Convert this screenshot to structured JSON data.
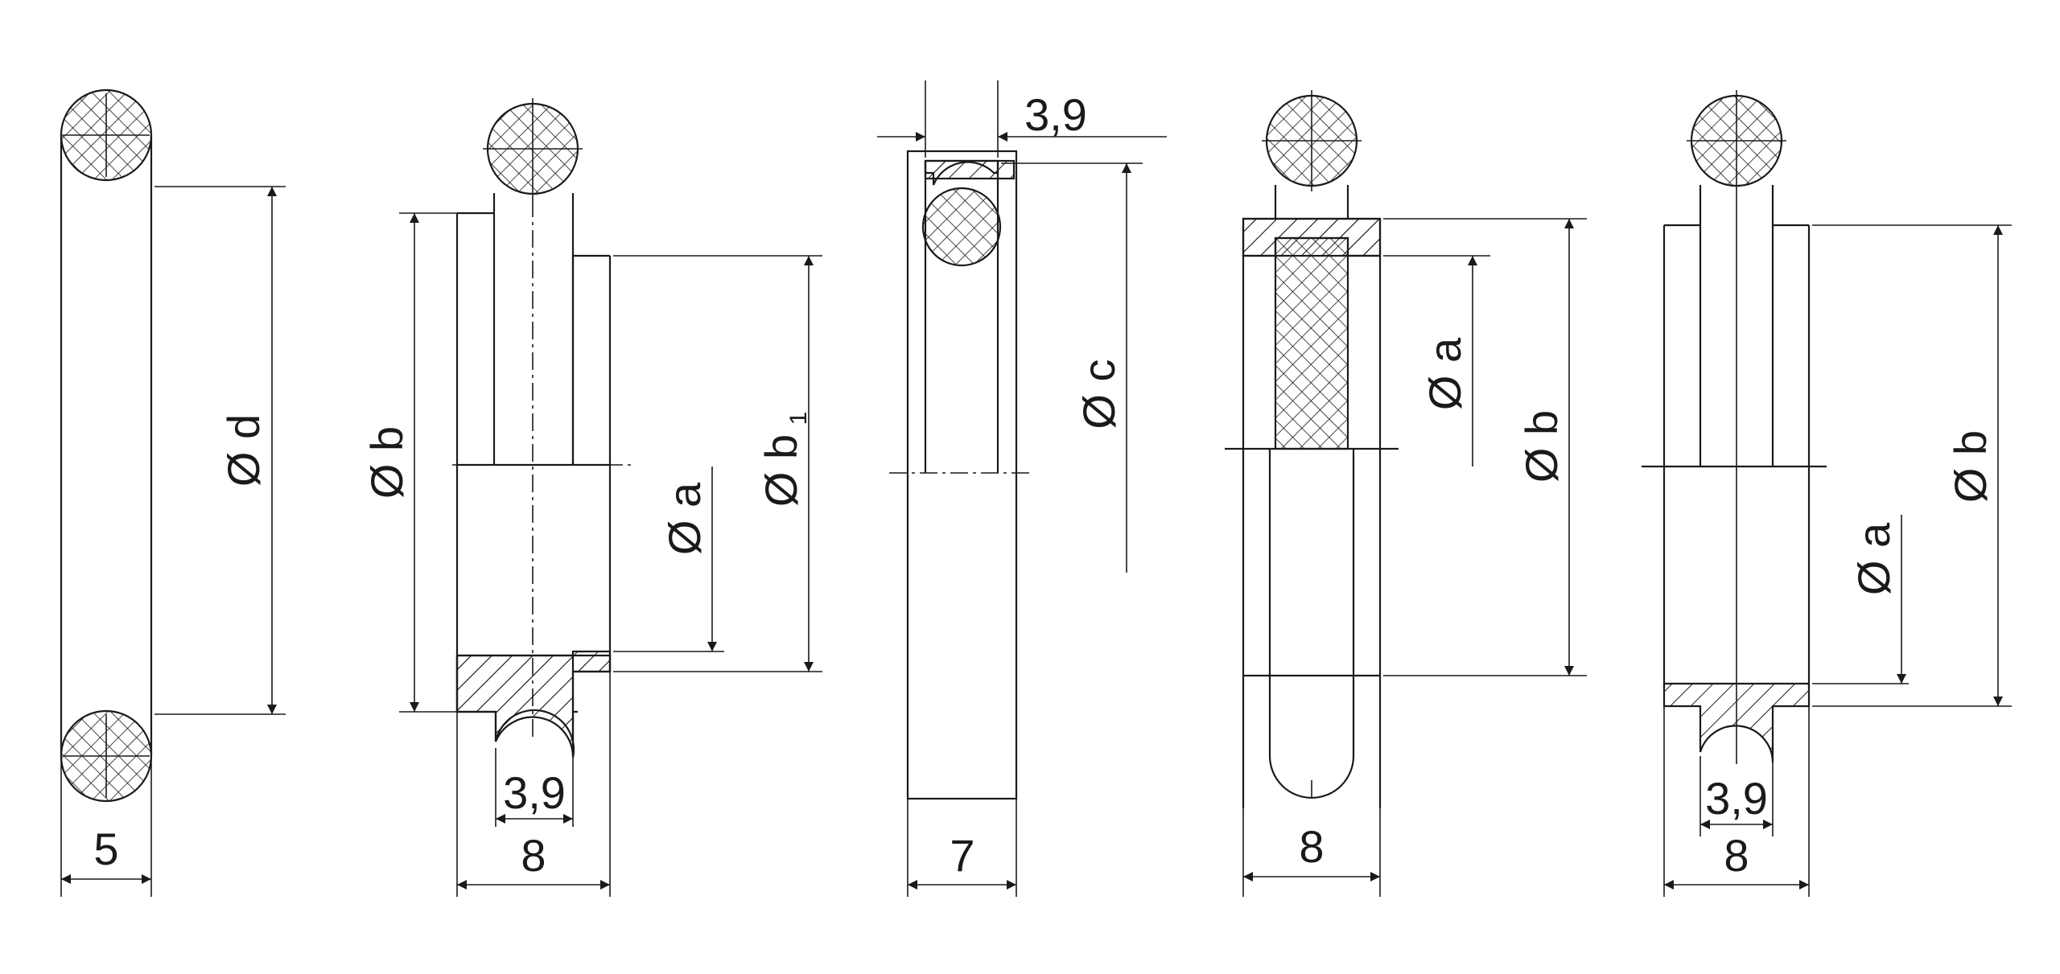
{
  "dimensions": {
    "oring_width": "5",
    "oring_dia": "Ø d",
    "part2_b": "Ø b",
    "part2_a": "Ø a",
    "part2_b1": "Ø b",
    "part2_b1_sub": "1",
    "part2_groove": "3,9",
    "part2_width": "8",
    "part3_top": "3,9",
    "part3_c": "Ø c",
    "part3_width": "7",
    "part4_a": "Ø a",
    "part4_b": "Ø b",
    "part4_width": "8",
    "part5_a": "Ø a",
    "part5_b": "Ø b",
    "part5_groove": "3,9",
    "part5_width": "8"
  }
}
